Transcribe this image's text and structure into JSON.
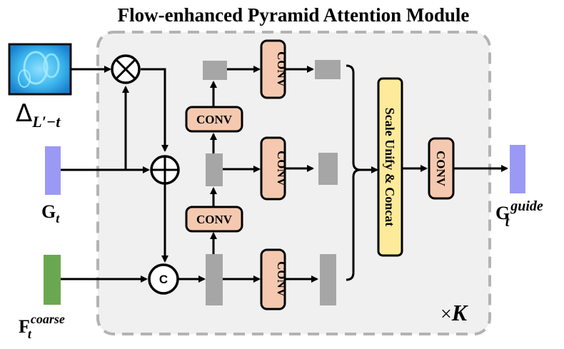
{
  "title": "Flow-enhanced Pyramid Attention Module",
  "blocks": {
    "conv_label": "CONV",
    "scale_unify_label": "Scale Unify & Concat"
  },
  "operators": {
    "multiply_symbol": "⊗",
    "add_symbol": "⊕",
    "concat_symbol": "C"
  },
  "inputs": {
    "flow_input": {
      "delta": "Δ",
      "sub": "L′−t"
    },
    "g_input": {
      "base": "G",
      "sub": "t"
    },
    "coarse_input": {
      "base": "F",
      "sub": "t",
      "sup": "coarse"
    }
  },
  "output": {
    "base": "G",
    "sub": "t",
    "sup": "guide"
  },
  "repeat_label": {
    "times": "×",
    "k": "K"
  },
  "colors": {
    "conv_fill": "#f4c9b0",
    "scale_fill": "#fdeb9b",
    "g_input": "#9a9af5",
    "coarse_input": "#6aa84f",
    "feature_gray": "#a6a6a6",
    "module_bg": "#f0f0f0",
    "module_border": "#b3b3b3",
    "flow_image": "#39b7e8"
  }
}
